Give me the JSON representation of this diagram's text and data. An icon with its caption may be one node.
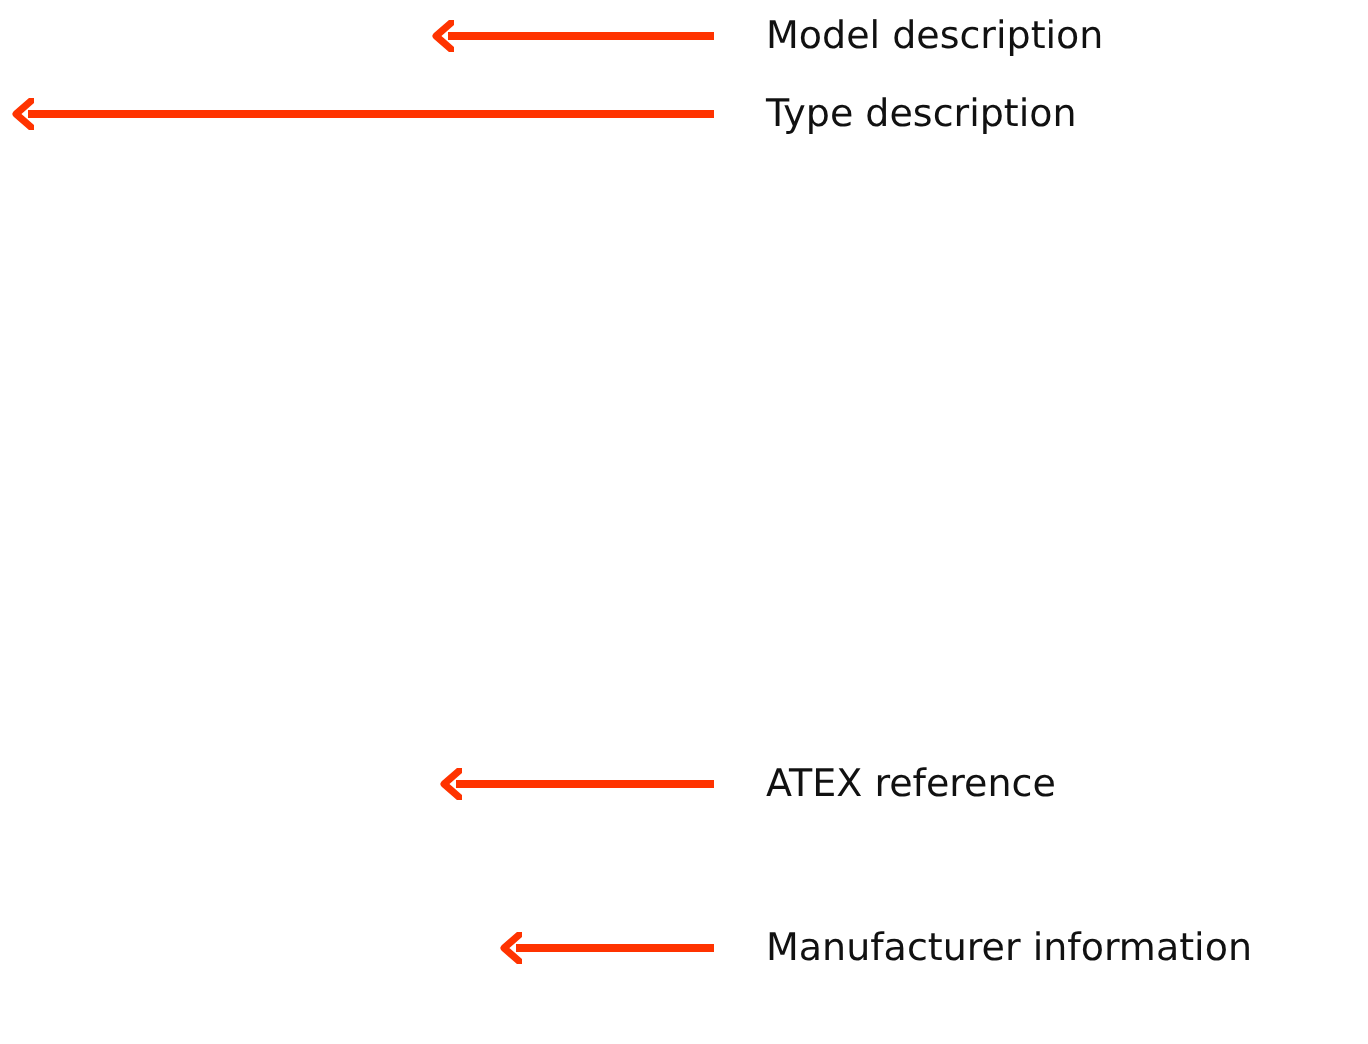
{
  "diagram": {
    "nodes": [
      {
        "text": [
          "Model description"
        ]
      },
      {
        "text": [
          "Type description"
        ]
      },
      {
        "text": [
          "ATEX reference"
        ]
      },
      {
        "text": [
          "Manufacturer information"
        ]
      }
    ],
    "edges": [
      {
        "from": 0,
        "to": null,
        "arrow": "to"
      },
      {
        "from": 1,
        "to": null,
        "arrow": "to"
      },
      {
        "from": 2,
        "to": null,
        "arrow": "to"
      },
      {
        "from": 3,
        "to": null,
        "arrow": "to"
      }
    ]
  }
}
